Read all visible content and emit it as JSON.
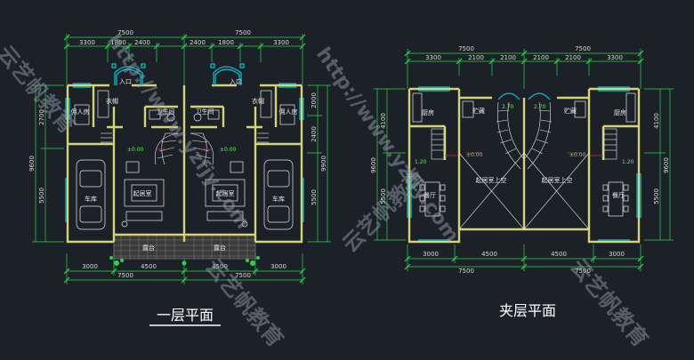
{
  "plan_left": {
    "title": "一层平面",
    "dims_top_total": [
      "7500",
      "7500"
    ],
    "dims_top": [
      "3300",
      "1800",
      "2400",
      "2400",
      "1800",
      "3300"
    ],
    "dims_bottom": [
      "3000",
      "4500",
      "4500",
      "3000"
    ],
    "dims_bottom_total": [
      "7500",
      "7500"
    ],
    "dims_left_total": "9600",
    "dims_left": [
      "2700",
      "5500"
    ],
    "dims_right": [
      "2000",
      "2400",
      "5500"
    ],
    "dims_right_total": "9900",
    "rooms": {
      "entry": "入口",
      "servant": "佣人房",
      "closet": "衣帽",
      "bath": "卫生间",
      "living": "起居室",
      "garage": "车库",
      "terrace": "露台"
    },
    "level": "±0.00"
  },
  "plan_right": {
    "title": "夹层平面",
    "dims_top_total": [
      "7500",
      "7500"
    ],
    "dims_top": [
      "3300",
      "2100",
      "2100",
      "2100",
      "2100",
      "3300"
    ],
    "dims_bottom": [
      "3000",
      "4500",
      "4500",
      "3000"
    ],
    "dims_bottom_total": [
      "7500",
      "7500"
    ],
    "dims_left_total": "9600",
    "dims_left": [
      "4100",
      "5500"
    ],
    "dims_right": [
      "4100",
      "5500"
    ],
    "dims_right_total": "9600",
    "rooms": {
      "kitchen": "厨房",
      "storage": "贮藏",
      "dining": "餐厅",
      "void": "起居室上空"
    },
    "levels": [
      "2.70",
      "1.20",
      "±0.00"
    ]
  },
  "watermark": {
    "url": "http://www.yzfjy.com",
    "brand": "云艺帆教育"
  },
  "colors": {
    "background": "#1c2128",
    "wall": "#d4d477",
    "dimension": "#2bd34a",
    "window": "#00c8d8",
    "furniture": "#e8e8e8",
    "hatch": "#8a8a8a",
    "stair": "#cc2d2d"
  }
}
